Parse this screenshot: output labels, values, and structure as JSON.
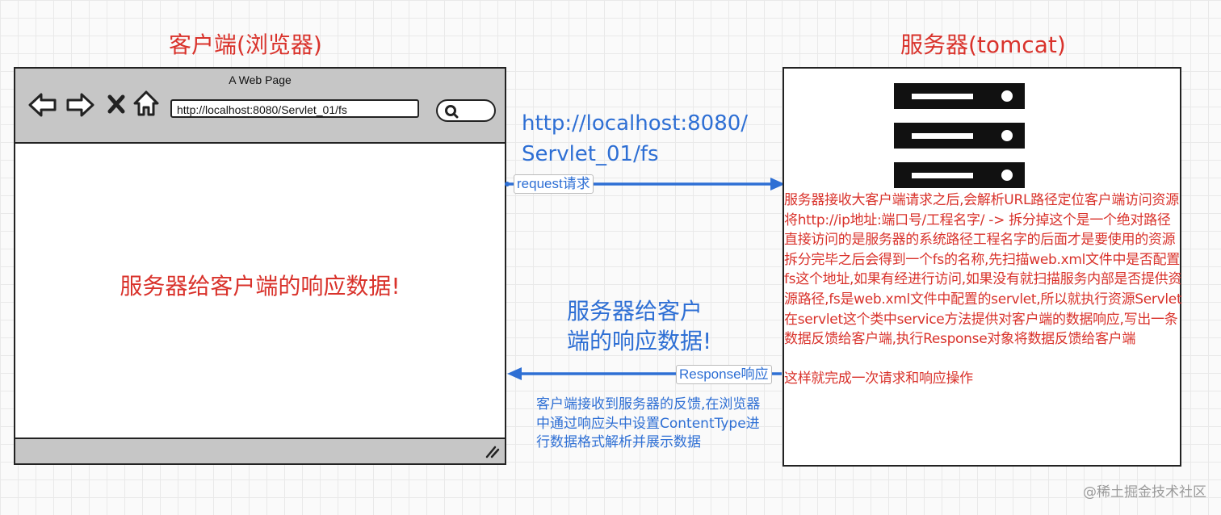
{
  "client": {
    "title": "客户端(浏览器)",
    "browser": {
      "page_title": "A Web Page",
      "url": "http://localhost:8080/Servlet_01/fs",
      "content": "服务器给客户端的响应数据!"
    }
  },
  "server": {
    "title": "服务器(tomcat)",
    "description": "服务器接收大客户端请求之后,会解析URL路径定位客户端访问资源将http://ip地址:端口号/工程名字/ -> 拆分掉这个是一个绝对路径直接访问的是服务器的系统路径工程名字的后面才是要使用的资源拆分完毕之后会得到一个fs的名称,先扫描web.xml文件中是否配置fs这个地址,如果有经进行访问,如果没有就扫描服务内部是否提供资源路径,fs是web.xml文件中配置的servlet,所以就执行资源Servlet在servlet这个类中service方法提供对客户端的数据响应,写出一条数据反馈给客户端,执行Response对象将数据反馈给客户端\n\n这样就完成一次请求和响应操作"
  },
  "request": {
    "url_line1": "http://localhost:8080/",
    "url_line2": "Servlet_01/fs",
    "label": "request请求"
  },
  "response": {
    "data_line1": "服务器给客户",
    "data_line2": "端的响应数据!",
    "label": "Response响应",
    "note": "客户端接收到服务器的反馈,在浏览器中通过响应头中设置ContentType进行数据格式解析并展示数据"
  },
  "watermark": "@稀土掘金技术社区",
  "colors": {
    "red": "#d9322b",
    "blue": "#2e6fd4"
  }
}
